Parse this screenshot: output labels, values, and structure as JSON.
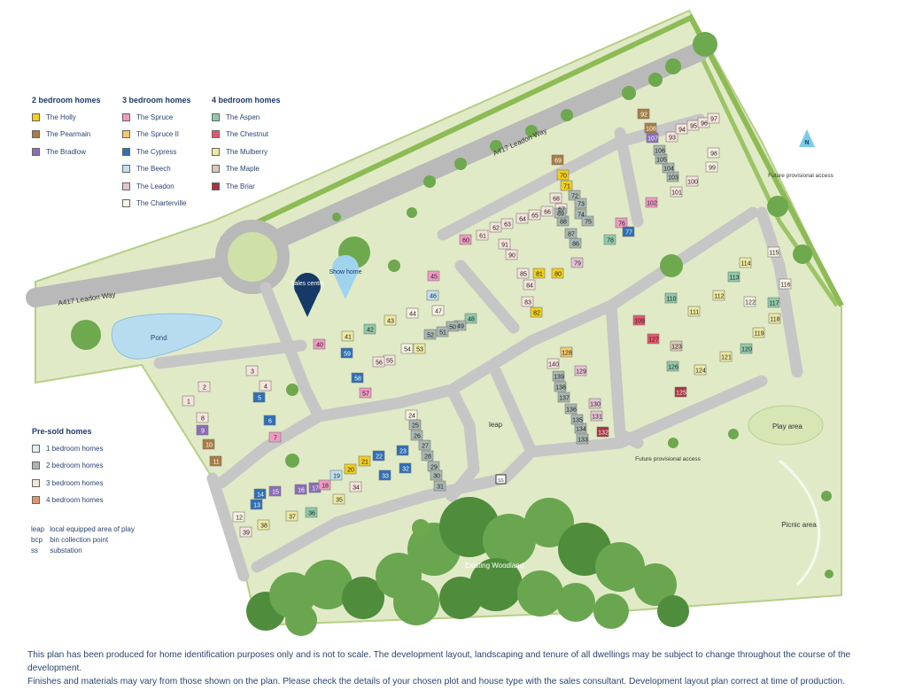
{
  "legend": {
    "groups": [
      {
        "title": "2 bedroom homes",
        "items": [
          {
            "label": "The Holly",
            "color": "#f2cf1a"
          },
          {
            "label": "The Pearmain",
            "color": "#a87c44"
          },
          {
            "label": "The Bradlow",
            "color": "#8b6db8"
          }
        ]
      },
      {
        "title": "3 bedroom homes",
        "items": [
          {
            "label": "The Spruce",
            "color": "#f09ac3"
          },
          {
            "label": "The Spruce II",
            "color": "#f7c86a"
          },
          {
            "label": "The Cypress",
            "color": "#2f6fb5"
          },
          {
            "label": "The Beech",
            "color": "#bfe0f2"
          },
          {
            "label": "The Leadon",
            "color": "#e6c3d6"
          },
          {
            "label": "The Charterville",
            "color": "#f8f2e2"
          }
        ]
      },
      {
        "title": "4 bedroom homes",
        "items": [
          {
            "label": "The Aspen",
            "color": "#8fcaaa"
          },
          {
            "label": "The Chestnut",
            "color": "#e5566a"
          },
          {
            "label": "The Mulberry",
            "color": "#eeeaa0"
          },
          {
            "label": "The Maple",
            "color": "#dbc7b6"
          },
          {
            "label": "The Briar",
            "color": "#a8323e"
          }
        ]
      }
    ],
    "presold": {
      "title": "Pre-sold homes",
      "items": [
        {
          "label": "1 bedroom homes",
          "color": "#e4edf4"
        },
        {
          "label": "2 bedroom homes",
          "color": "#a9b7b2"
        },
        {
          "label": "3 bedroom homes",
          "color": "#f6e3dc"
        },
        {
          "label": "4 bedroom homes",
          "color": "#e3956a"
        }
      ]
    },
    "abbreviations": [
      {
        "key": "leap",
        "text": "local equipped area of play"
      },
      {
        "key": "bcp",
        "text": "bin collection point"
      },
      {
        "key": "ss",
        "text": "substation"
      }
    ]
  },
  "map": {
    "road_name_west": "A417 Leadon Way",
    "road_name_north": "A417 Leadon Way",
    "pond": "Pond",
    "sales_centre": "Sales centre",
    "show_home": "Show home",
    "leap": "leap",
    "ss": "SS",
    "play_area": "Play area",
    "picnic_area": "Picnic area",
    "woodland": "Existing Woodland",
    "future_access_north": "Future provisional access",
    "future_access_south": "Future provisional access",
    "north": "N",
    "plots": [
      [
        "1",
        "P3"
      ],
      [
        "2",
        "P3"
      ],
      [
        "3",
        "P3"
      ],
      [
        "4",
        "P3"
      ],
      [
        "5",
        "cy"
      ],
      [
        "6",
        "cy"
      ],
      [
        "7",
        "sp"
      ],
      [
        "8",
        "P3"
      ],
      [
        "9",
        "br"
      ],
      [
        "10",
        "pe"
      ],
      [
        "11",
        "pe"
      ],
      [
        "12",
        "ch"
      ],
      [
        "13",
        "cy"
      ],
      [
        "14",
        "cy"
      ],
      [
        "15",
        "br"
      ],
      [
        "16",
        "br"
      ],
      [
        "17",
        "br"
      ],
      [
        "18",
        "sp"
      ],
      [
        "19",
        "be"
      ],
      [
        "20",
        "ho"
      ],
      [
        "21",
        "ho"
      ],
      [
        "22",
        "cy"
      ],
      [
        "23",
        "cy"
      ],
      [
        "24",
        "ch"
      ],
      [
        "25",
        "P2"
      ],
      [
        "26",
        "P2"
      ],
      [
        "27",
        "P2"
      ],
      [
        "28",
        "P2"
      ],
      [
        "29",
        "P2"
      ],
      [
        "30",
        "P2"
      ],
      [
        "31",
        "P2"
      ],
      [
        "32",
        "cy"
      ],
      [
        "33",
        "cy"
      ],
      [
        "34",
        "P3"
      ],
      [
        "35",
        "mu"
      ],
      [
        "36",
        "as"
      ],
      [
        "37",
        "mu"
      ],
      [
        "38",
        "mu"
      ],
      [
        "39",
        "P3"
      ],
      [
        "40",
        "sp"
      ],
      [
        "41",
        "mu"
      ],
      [
        "42",
        "as"
      ],
      [
        "43",
        "mu"
      ],
      [
        "44",
        "ch"
      ],
      [
        "45",
        "sp"
      ],
      [
        "46",
        "be"
      ],
      [
        "47",
        "ch"
      ],
      [
        "48",
        "as"
      ],
      [
        "49",
        "P2"
      ],
      [
        "50",
        "P2"
      ],
      [
        "51",
        "P2"
      ],
      [
        "52",
        "P2"
      ],
      [
        "53",
        "mu"
      ],
      [
        "54",
        "ch"
      ],
      [
        "55",
        "P3"
      ],
      [
        "56",
        "P3"
      ],
      [
        "57",
        "sp"
      ],
      [
        "58",
        "cy"
      ],
      [
        "59",
        "cy"
      ],
      [
        "60",
        "sp"
      ],
      [
        "61",
        "P3"
      ],
      [
        "62",
        "P3"
      ],
      [
        "63",
        "P3"
      ],
      [
        "64",
        "P3"
      ],
      [
        "65",
        "P3"
      ],
      [
        "66",
        "P3"
      ],
      [
        "67",
        "P3"
      ],
      [
        "68",
        "P3"
      ],
      [
        "69",
        "pe"
      ],
      [
        "70",
        "ho"
      ],
      [
        "71",
        "ho"
      ],
      [
        "72",
        "P2"
      ],
      [
        "73",
        "P2"
      ],
      [
        "74",
        "P2"
      ],
      [
        "75",
        "P2"
      ],
      [
        "76",
        "sp"
      ],
      [
        "77",
        "cy"
      ],
      [
        "78",
        "as"
      ],
      [
        "79",
        "le"
      ],
      [
        "80",
        "ho"
      ],
      [
        "81",
        "ho"
      ],
      [
        "82",
        "ho"
      ],
      [
        "83",
        "P3"
      ],
      [
        "84",
        "P3"
      ],
      [
        "85",
        "P3"
      ],
      [
        "86",
        "P2"
      ],
      [
        "87",
        "P2"
      ],
      [
        "88",
        "P2"
      ],
      [
        "89",
        "P2"
      ],
      [
        "90",
        "P3"
      ],
      [
        "91",
        "P3"
      ],
      [
        "92",
        "pe"
      ],
      [
        "93",
        "P3"
      ],
      [
        "94",
        "P3"
      ],
      [
        "95",
        "P3"
      ],
      [
        "96",
        "P3"
      ],
      [
        "97",
        "P3"
      ],
      [
        "98",
        "ch"
      ],
      [
        "99",
        "ch"
      ],
      [
        "100",
        "P3"
      ],
      [
        "101",
        "P3"
      ],
      [
        "102",
        "sp"
      ],
      [
        "103",
        "P2"
      ],
      [
        "104",
        "P2"
      ],
      [
        "105",
        "P2"
      ],
      [
        "106",
        "P2"
      ],
      [
        "107",
        "br"
      ],
      [
        "108",
        "pe"
      ],
      [
        "109",
        "cn"
      ],
      [
        "110",
        "as"
      ],
      [
        "111",
        "mu"
      ],
      [
        "112",
        "mu"
      ],
      [
        "113",
        "as"
      ],
      [
        "114",
        "mu"
      ],
      [
        "115",
        "ch"
      ],
      [
        "116",
        "ch"
      ],
      [
        "117",
        "as"
      ],
      [
        "118",
        "mu"
      ],
      [
        "119",
        "mu"
      ],
      [
        "120",
        "as"
      ],
      [
        "121",
        "mu"
      ],
      [
        "122",
        "ch"
      ],
      [
        "123",
        "ma"
      ],
      [
        "124",
        "mu"
      ],
      [
        "125",
        "bi"
      ],
      [
        "126",
        "as"
      ],
      [
        "127",
        "cn"
      ],
      [
        "128",
        "so"
      ],
      [
        "129",
        "le"
      ],
      [
        "130",
        "le"
      ],
      [
        "131",
        "le"
      ],
      [
        "132",
        "bi"
      ],
      [
        "133",
        "P2"
      ],
      [
        "134",
        "P2"
      ],
      [
        "135",
        "P2"
      ],
      [
        "136",
        "P2"
      ],
      [
        "137",
        "P2"
      ],
      [
        "138",
        "P2"
      ],
      [
        "139",
        "P2"
      ],
      [
        "140",
        "P3"
      ]
    ]
  },
  "footer": {
    "line1": "This plan has been produced for home identification purposes only and is not to scale. The development layout, landscaping and tenure of all dwellings may be subject to change throughout the course of the development.",
    "line2": "Finishes and materials may vary from those shown on the plan. Please check the details of your chosen plot and house type with the sales consultant. Development layout plan correct at time of production."
  }
}
